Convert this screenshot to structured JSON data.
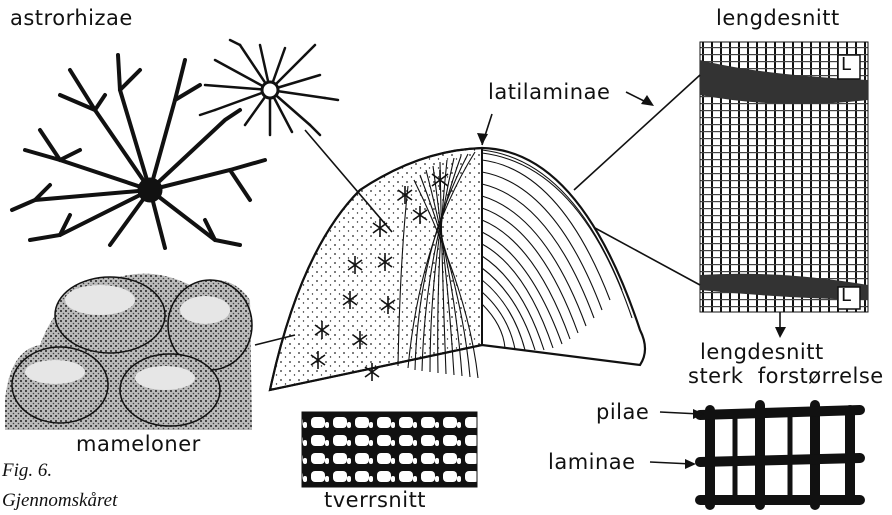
{
  "labels": {
    "astrorhizae": "astrorhizae",
    "lengdesnitt": "lengdesnitt",
    "latilaminae": "latilaminae",
    "mameloner": "mameloner",
    "tverrsnitt": "tverrsnitt",
    "lengdesnitt2": "lengdesnitt",
    "sterk_forstorrelse": "sterk  forstørrelse",
    "pilae": "pilae",
    "laminae": "laminae",
    "L_top": "L",
    "L_bottom": "L"
  },
  "caption": {
    "fig": "Fig. 6.",
    "text": "Gjennomskåret"
  },
  "colors": {
    "ink": "#111111",
    "paper": "#ffffff",
    "speckle": "#555555"
  }
}
